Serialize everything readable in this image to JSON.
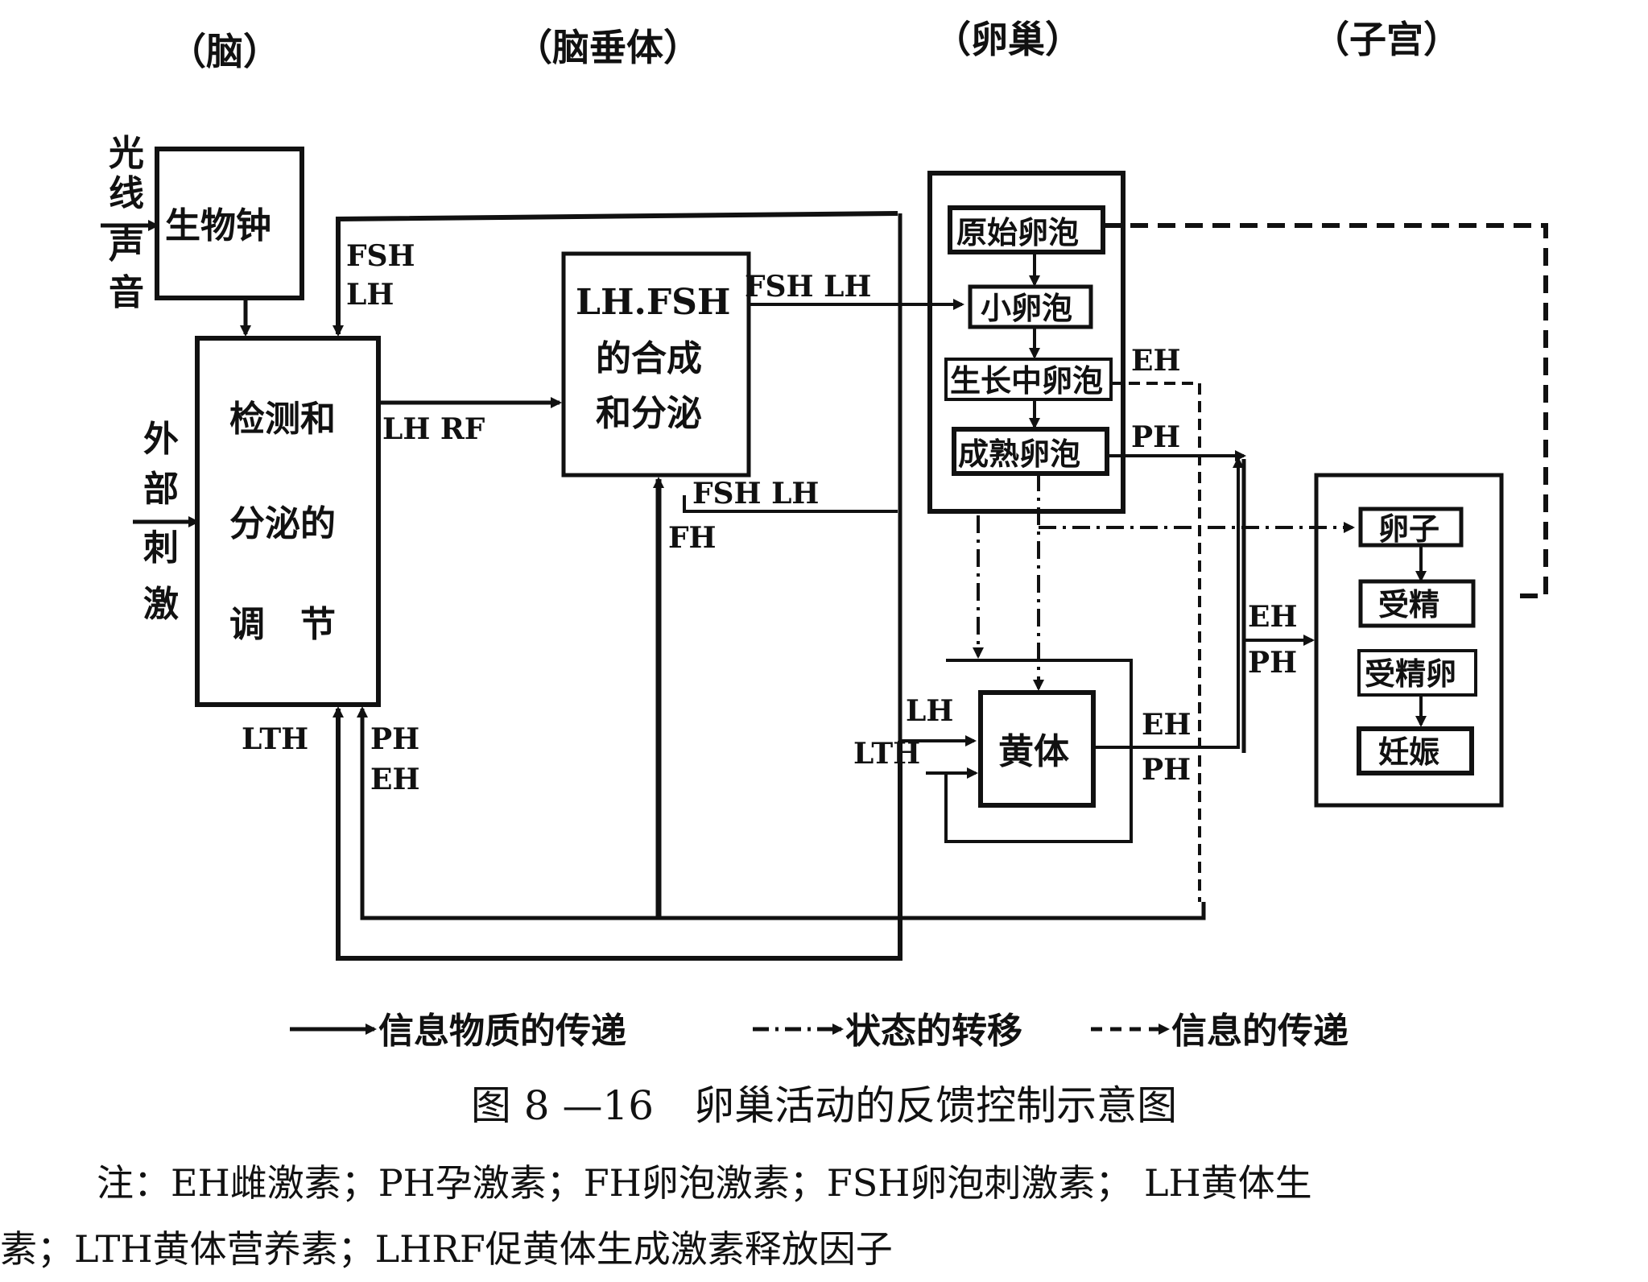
{
  "headers": {
    "brain": "（脑）",
    "pituitary": "（脑垂体）",
    "ovary": "（卵巢）",
    "uterus": "（子宫）"
  },
  "inputs": {
    "light_sound": [
      "光",
      "线",
      "声",
      "音"
    ],
    "external": [
      "外",
      "部",
      "刺",
      "激"
    ]
  },
  "boxes": {
    "biological_clock": "生物钟",
    "regulation": [
      "检测和",
      "分泌的",
      "调　节"
    ],
    "synthesis": [
      "LH.FSH",
      "的合成",
      "和分泌"
    ],
    "corpus_luteum": "黄体"
  },
  "follicles": [
    "原始卵泡",
    "小卵泡",
    "生长中卵泡",
    "成熟卵泡"
  ],
  "uterus_items": [
    "卵子",
    "受精",
    "受精卵",
    "妊娠"
  ],
  "signals": {
    "fsh_lh_top": [
      "FSH",
      "LH"
    ],
    "lhrf": "LH RF",
    "fsh_lh_out": "FSH LH",
    "fsh_lh_back": "FSH LH",
    "fh": "FH",
    "eh_follicle": "EH",
    "ph_follicle": "PH",
    "eh_ph_uterus": [
      "EH",
      "PH"
    ],
    "eh_ph_luteum": [
      "EH",
      "PH"
    ],
    "lth_left": "LTH",
    "ph_eh_left": [
      "PH",
      "EH"
    ],
    "lh_luteum": "LH",
    "lth_luteum": "LTH"
  },
  "legend": {
    "material": "信息物质的传递",
    "state": "状态的转移",
    "info": "信息的传递"
  },
  "caption": "图 8 —16　卵巢活动的反馈控制示意图",
  "note": {
    "line1": "注：EH雌激素；PH孕激素；FH卵泡激素；FSH卵泡刺激素； LH黄体生",
    "line2": "素；LTH黄体营养素；LHRF促黄体生成激素释放因子"
  }
}
